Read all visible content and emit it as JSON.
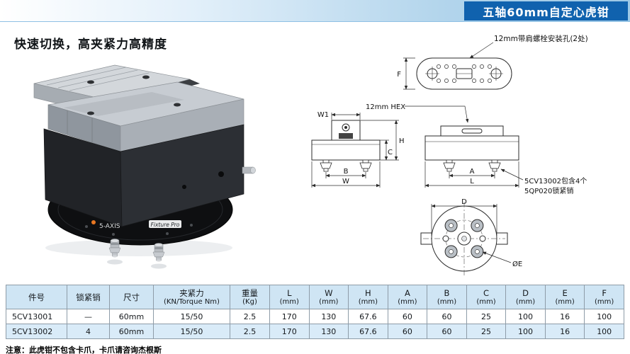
{
  "header": {
    "title": "五轴60mm自定心虎钳"
  },
  "main": {
    "heading": "快速切换，高夹紧力高精度"
  },
  "photo": {
    "disc_label_axis": "5-AXIS",
    "disc_label_fixture": "Fixture Pro"
  },
  "drawings": {
    "annotation_mount": "12mm带肩螺栓安装孔(2处)",
    "annotation_hex": "12mm HEX",
    "annotation_pins_line1": "5CV13002包含4个",
    "annotation_pins_line2": "5QP020锁紧销",
    "labels": {
      "F": "F",
      "W1": "W1",
      "H": "H",
      "C": "C",
      "B": "B",
      "W": "W",
      "A": "A",
      "L": "L",
      "D": "D",
      "OE": "ØE"
    }
  },
  "table": {
    "headers": [
      {
        "l1": "件号",
        "l2": ""
      },
      {
        "l1": "锁紧销",
        "l2": ""
      },
      {
        "l1": "尺寸",
        "l2": ""
      },
      {
        "l1": "夹紧力",
        "l2": "(KN/Torque Nm)"
      },
      {
        "l1": "重量",
        "l2": "(Kg)"
      },
      {
        "l1": "L",
        "l2": "(mm)"
      },
      {
        "l1": "W",
        "l2": "(mm)"
      },
      {
        "l1": "H",
        "l2": "(mm)"
      },
      {
        "l1": "A",
        "l2": "(mm)"
      },
      {
        "l1": "B",
        "l2": "(mm)"
      },
      {
        "l1": "C",
        "l2": "(mm)"
      },
      {
        "l1": "D",
        "l2": "(mm)"
      },
      {
        "l1": "E",
        "l2": "(mm)"
      },
      {
        "l1": "F",
        "l2": "(mm)"
      }
    ],
    "rows": [
      [
        "5CV13001",
        "—",
        "60mm",
        "15/50",
        "2.5",
        "170",
        "130",
        "67.6",
        "60",
        "60",
        "25",
        "100",
        "16",
        "100"
      ],
      [
        "5CV13002",
        "4",
        "60mm",
        "15/50",
        "2.5",
        "170",
        "130",
        "67.6",
        "60",
        "60",
        "25",
        "100",
        "16",
        "100"
      ]
    ]
  },
  "footer": {
    "note": "注意：此虎钳不包含卡爪，卡爪请咨询杰根斯"
  }
}
